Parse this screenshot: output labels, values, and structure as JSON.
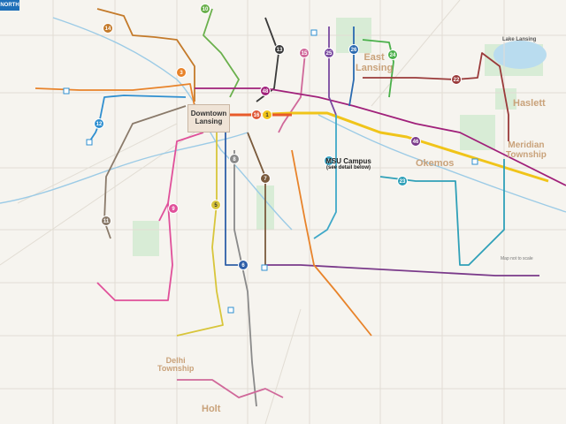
{
  "north_badge": "NORTH",
  "places": {
    "downtown": "Downtown Lansing",
    "east_lansing_1": "East",
    "east_lansing_2": "Lansing",
    "okemos": "Okemos",
    "meridian_1": "Meridian",
    "meridian_2": "Township",
    "haslett": "Haslett",
    "delhi_1": "Delhi",
    "delhi_2": "Township",
    "holt": "Holt",
    "lake_lansing": "Lake Lansing"
  },
  "campus": {
    "title": "MSU Campus",
    "subtitle": "(see detail below)"
  },
  "scale_note": "Map not to scale",
  "colors": {
    "route_1": "#f0c419",
    "route_3": "#e8832a",
    "route_5": "#d8c53a",
    "route_6": "#2f5fa8",
    "route_7": "#7a5a3c",
    "route_8": "#8a8a8a",
    "route_9": "#e0509a",
    "route_10": "#6ab04c",
    "route_11": "#8a7a6a",
    "route_12": "#2f8fd0",
    "route_13": "#3a3a3a",
    "route_14": "#c47a2a",
    "route_15": "#d0689a",
    "route_16": "#e05a3a",
    "route_20": "#3fa8c8",
    "route_22": "#9a3a3a",
    "route_23": "#2fa0b8",
    "route_24": "#4ab04a",
    "route_25": "#7a4aa0",
    "route_26": "#2a6ab0",
    "route_46": "#7a3a8a",
    "route_48": "#a0207a",
    "route_1a": "#e85a2a"
  },
  "route_badges": [
    {
      "label": "14",
      "color": "#c47a2a"
    },
    {
      "label": "10",
      "color": "#6ab04c"
    },
    {
      "label": "3",
      "color": "#e8832a"
    },
    {
      "label": "12",
      "color": "#2f8fd0"
    },
    {
      "label": "11",
      "color": "#8a7a6a"
    },
    {
      "label": "13",
      "color": "#3a3a3a"
    },
    {
      "label": "15",
      "color": "#d0689a"
    },
    {
      "label": "16",
      "color": "#e05a3a"
    },
    {
      "label": "1",
      "color": "#f0c419"
    },
    {
      "label": "48",
      "color": "#a0207a"
    },
    {
      "label": "25",
      "color": "#7a4aa0"
    },
    {
      "label": "26",
      "color": "#2a6ab0"
    },
    {
      "label": "24",
      "color": "#4ab04a"
    },
    {
      "label": "22",
      "color": "#9a3a3a"
    },
    {
      "label": "46",
      "color": "#7a3a8a"
    },
    {
      "label": "20",
      "color": "#3fa8c8"
    },
    {
      "label": "23",
      "color": "#2fa0b8"
    },
    {
      "label": "9",
      "color": "#e0509a"
    },
    {
      "label": "5",
      "color": "#d8c53a"
    },
    {
      "label": "6",
      "color": "#2f5fa8"
    },
    {
      "label": "7",
      "color": "#7a5a3c"
    },
    {
      "label": "8",
      "color": "#8a8a8a"
    }
  ]
}
